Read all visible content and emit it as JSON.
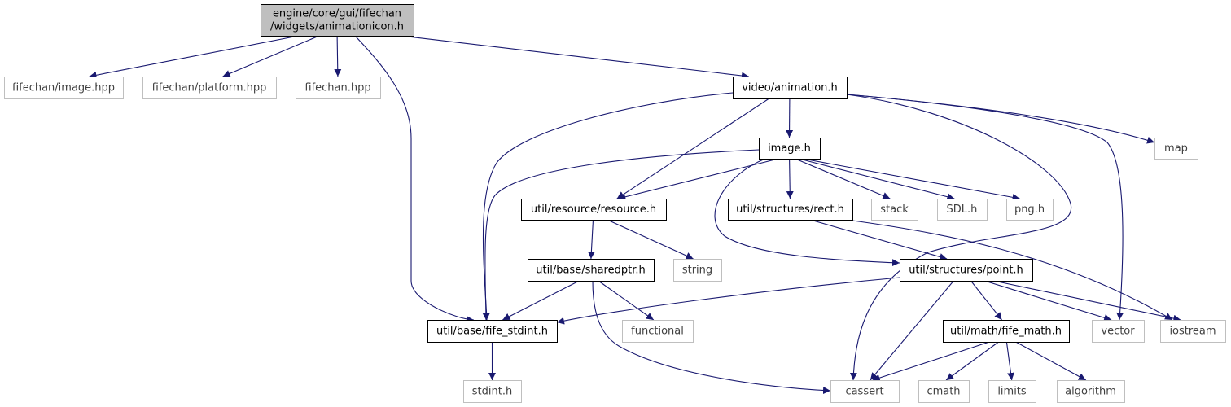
{
  "colors": {
    "edge": "#191970",
    "root_fill": "#bfbfbf",
    "root_border": "#000000",
    "internal_border": "#000000",
    "external_border": "#bfbfbf",
    "external_text": "#404040"
  },
  "nodes": [
    {
      "id": "root",
      "lines": [
        "engine/core/gui/fifechan",
        "/widgets/animationicon.h"
      ],
      "kind": "root"
    },
    {
      "id": "fc_image",
      "lines": [
        "fifechan/image.hpp"
      ],
      "kind": "external"
    },
    {
      "id": "fc_platform",
      "lines": [
        "fifechan/platform.hpp"
      ],
      "kind": "external"
    },
    {
      "id": "fifechan",
      "lines": [
        "fifechan.hpp"
      ],
      "kind": "external"
    },
    {
      "id": "video_anim",
      "lines": [
        "video/animation.h"
      ],
      "kind": "internal"
    },
    {
      "id": "image_h",
      "lines": [
        "image.h"
      ],
      "kind": "internal"
    },
    {
      "id": "map",
      "lines": [
        "map"
      ],
      "kind": "external"
    },
    {
      "id": "resource",
      "lines": [
        "util/resource/resource.h"
      ],
      "kind": "internal"
    },
    {
      "id": "rect",
      "lines": [
        "util/structures/rect.h"
      ],
      "kind": "internal"
    },
    {
      "id": "stack",
      "lines": [
        "stack"
      ],
      "kind": "external"
    },
    {
      "id": "sdl",
      "lines": [
        "SDL.h"
      ],
      "kind": "external"
    },
    {
      "id": "png",
      "lines": [
        "png.h"
      ],
      "kind": "external"
    },
    {
      "id": "sharedptr",
      "lines": [
        "util/base/sharedptr.h"
      ],
      "kind": "internal"
    },
    {
      "id": "string",
      "lines": [
        "string"
      ],
      "kind": "external"
    },
    {
      "id": "point",
      "lines": [
        "util/structures/point.h"
      ],
      "kind": "internal"
    },
    {
      "id": "stdint_fife",
      "lines": [
        "util/base/fife_stdint.h"
      ],
      "kind": "internal"
    },
    {
      "id": "functional",
      "lines": [
        "functional"
      ],
      "kind": "external"
    },
    {
      "id": "fife_math",
      "lines": [
        "util/math/fife_math.h"
      ],
      "kind": "internal"
    },
    {
      "id": "vector",
      "lines": [
        "vector"
      ],
      "kind": "external"
    },
    {
      "id": "iostream",
      "lines": [
        "iostream"
      ],
      "kind": "external"
    },
    {
      "id": "stdint_h",
      "lines": [
        "stdint.h"
      ],
      "kind": "external"
    },
    {
      "id": "cassert",
      "lines": [
        "cassert"
      ],
      "kind": "external"
    },
    {
      "id": "cmath",
      "lines": [
        "cmath"
      ],
      "kind": "external"
    },
    {
      "id": "limits",
      "lines": [
        "limits"
      ],
      "kind": "external"
    },
    {
      "id": "algorithm",
      "lines": [
        "algorithm"
      ],
      "kind": "external"
    }
  ],
  "edges": [
    [
      "root",
      "fc_image"
    ],
    [
      "root",
      "fc_platform"
    ],
    [
      "root",
      "fifechan"
    ],
    [
      "root",
      "video_anim"
    ],
    [
      "root",
      "stdint_fife"
    ],
    [
      "video_anim",
      "image_h"
    ],
    [
      "video_anim",
      "resource"
    ],
    [
      "video_anim",
      "stdint_fife"
    ],
    [
      "video_anim",
      "map"
    ],
    [
      "video_anim",
      "vector"
    ],
    [
      "video_anim",
      "cassert"
    ],
    [
      "image_h",
      "resource"
    ],
    [
      "image_h",
      "rect"
    ],
    [
      "image_h",
      "point"
    ],
    [
      "image_h",
      "stack"
    ],
    [
      "image_h",
      "sdl"
    ],
    [
      "image_h",
      "png"
    ],
    [
      "image_h",
      "stdint_fife"
    ],
    [
      "resource",
      "sharedptr"
    ],
    [
      "resource",
      "string"
    ],
    [
      "rect",
      "point"
    ],
    [
      "rect",
      "iostream"
    ],
    [
      "sharedptr",
      "stdint_fife"
    ],
    [
      "sharedptr",
      "functional"
    ],
    [
      "sharedptr",
      "cassert"
    ],
    [
      "point",
      "stdint_fife"
    ],
    [
      "point",
      "fife_math"
    ],
    [
      "point",
      "vector"
    ],
    [
      "point",
      "iostream"
    ],
    [
      "point",
      "cassert"
    ],
    [
      "stdint_fife",
      "stdint_h"
    ],
    [
      "fife_math",
      "cassert"
    ],
    [
      "fife_math",
      "cmath"
    ],
    [
      "fife_math",
      "limits"
    ],
    [
      "fife_math",
      "algorithm"
    ]
  ]
}
